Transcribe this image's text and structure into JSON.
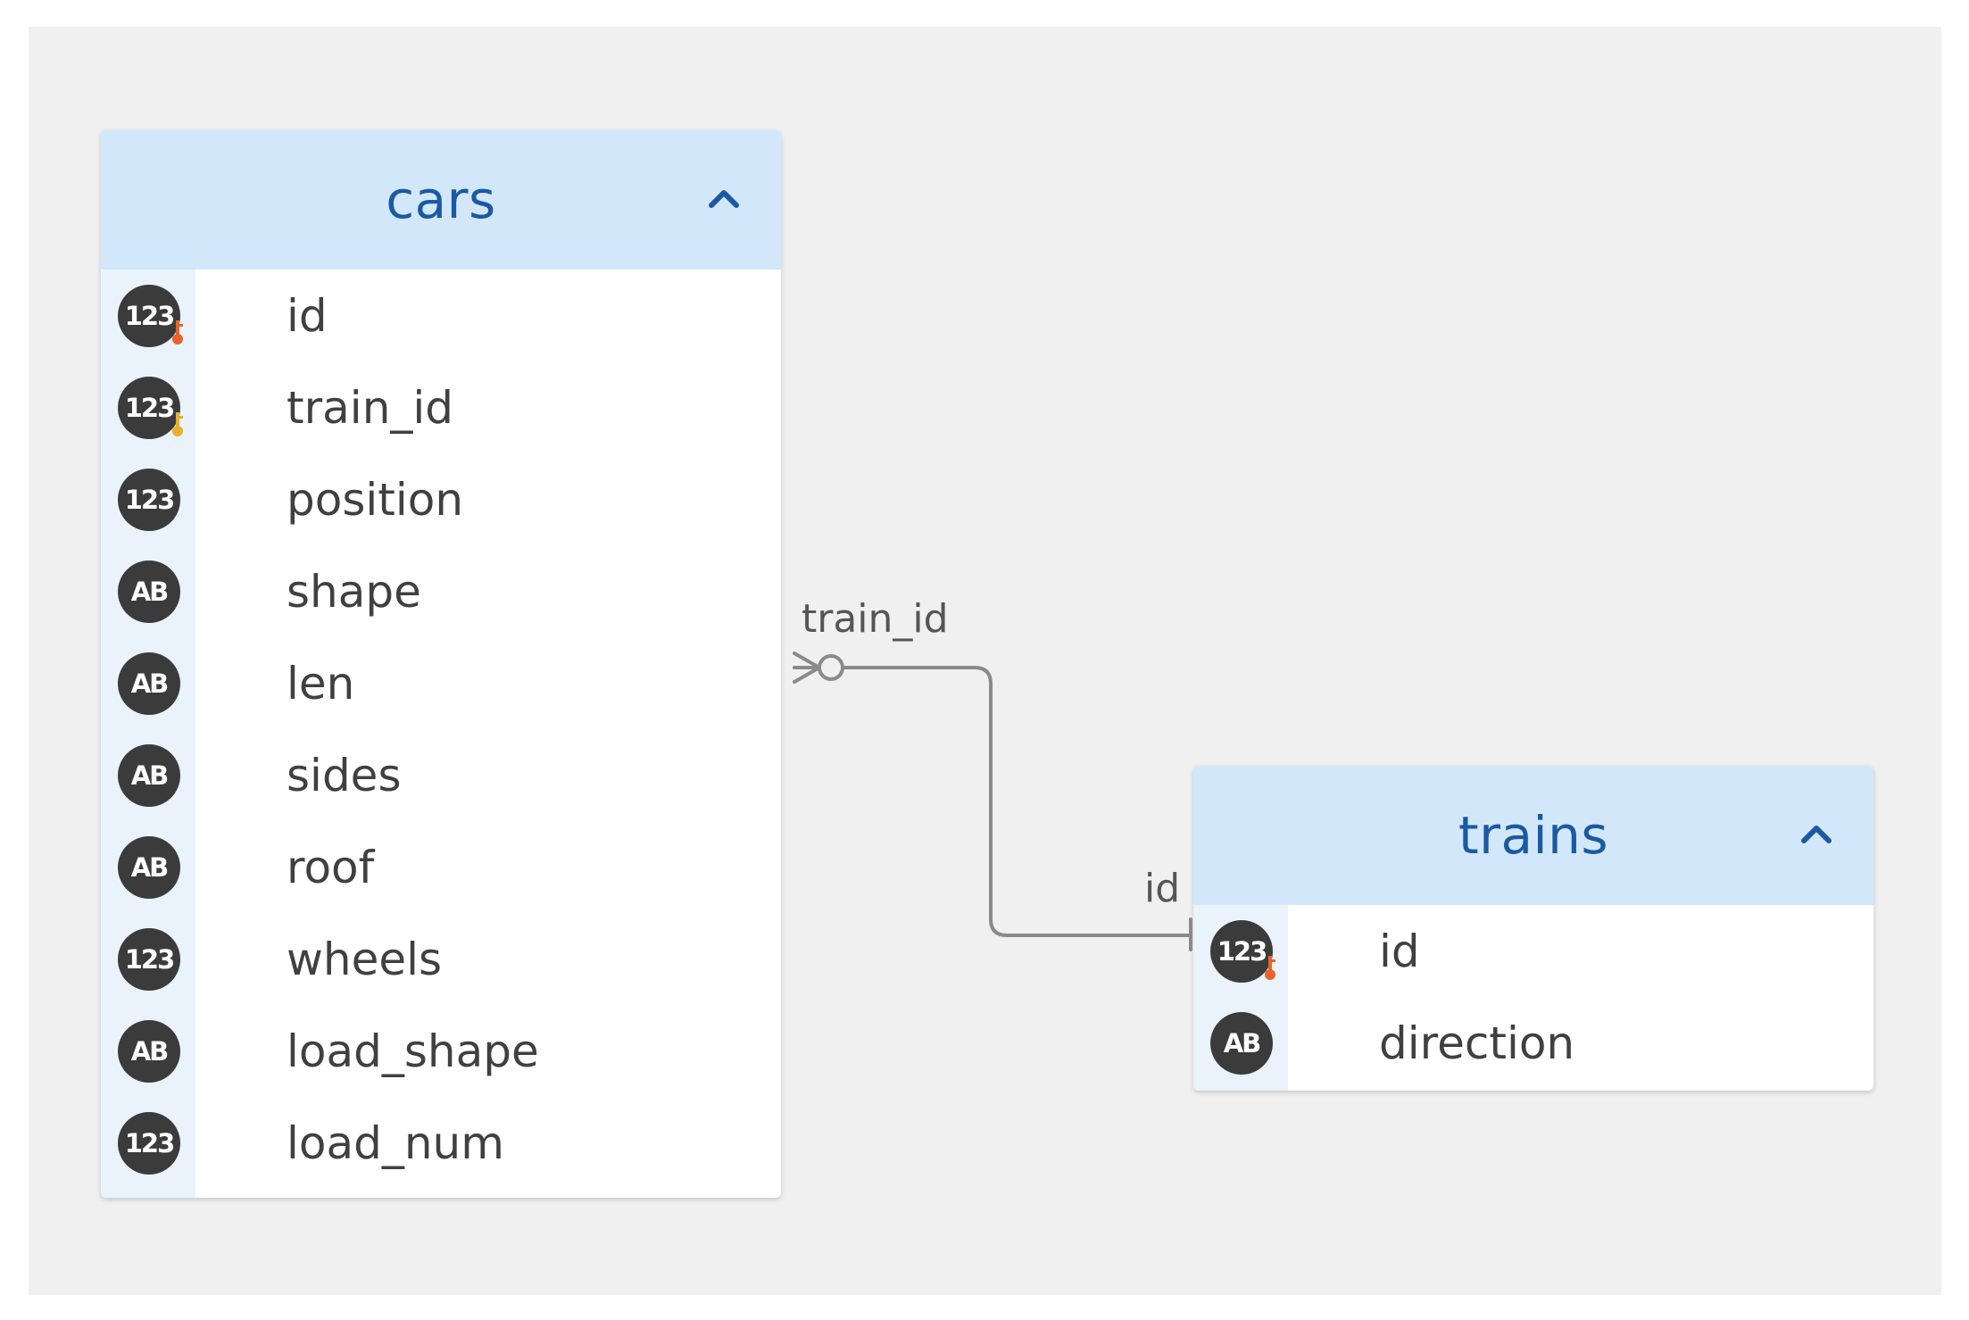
{
  "diagram": {
    "entities": [
      {
        "name": "cars",
        "columns": [
          {
            "label": "id",
            "type_icon": "123",
            "key": "primary"
          },
          {
            "label": "train_id",
            "type_icon": "123",
            "key": "foreign"
          },
          {
            "label": "position",
            "type_icon": "123",
            "key": ""
          },
          {
            "label": "shape",
            "type_icon": "AB",
            "key": ""
          },
          {
            "label": "len",
            "type_icon": "AB",
            "key": ""
          },
          {
            "label": "sides",
            "type_icon": "AB",
            "key": ""
          },
          {
            "label": "roof",
            "type_icon": "AB",
            "key": ""
          },
          {
            "label": "wheels",
            "type_icon": "123",
            "key": ""
          },
          {
            "label": "load_shape",
            "type_icon": "AB",
            "key": ""
          },
          {
            "label": "load_num",
            "type_icon": "123",
            "key": ""
          }
        ]
      },
      {
        "name": "trains",
        "columns": [
          {
            "label": "id",
            "type_icon": "123",
            "key": "primary"
          },
          {
            "label": "direction",
            "type_icon": "AB",
            "key": ""
          }
        ]
      }
    ],
    "relationship": {
      "from_label": "train_id",
      "to_label": "id",
      "from_cardinality": "zero-or-many",
      "to_cardinality": "one"
    },
    "colors": {
      "header_bg": "#d3e7fb",
      "title": "#1a5aa3",
      "primary_key": "#e8642c",
      "foreign_key": "#e8b02c",
      "connector": "#8a8a8a"
    }
  }
}
